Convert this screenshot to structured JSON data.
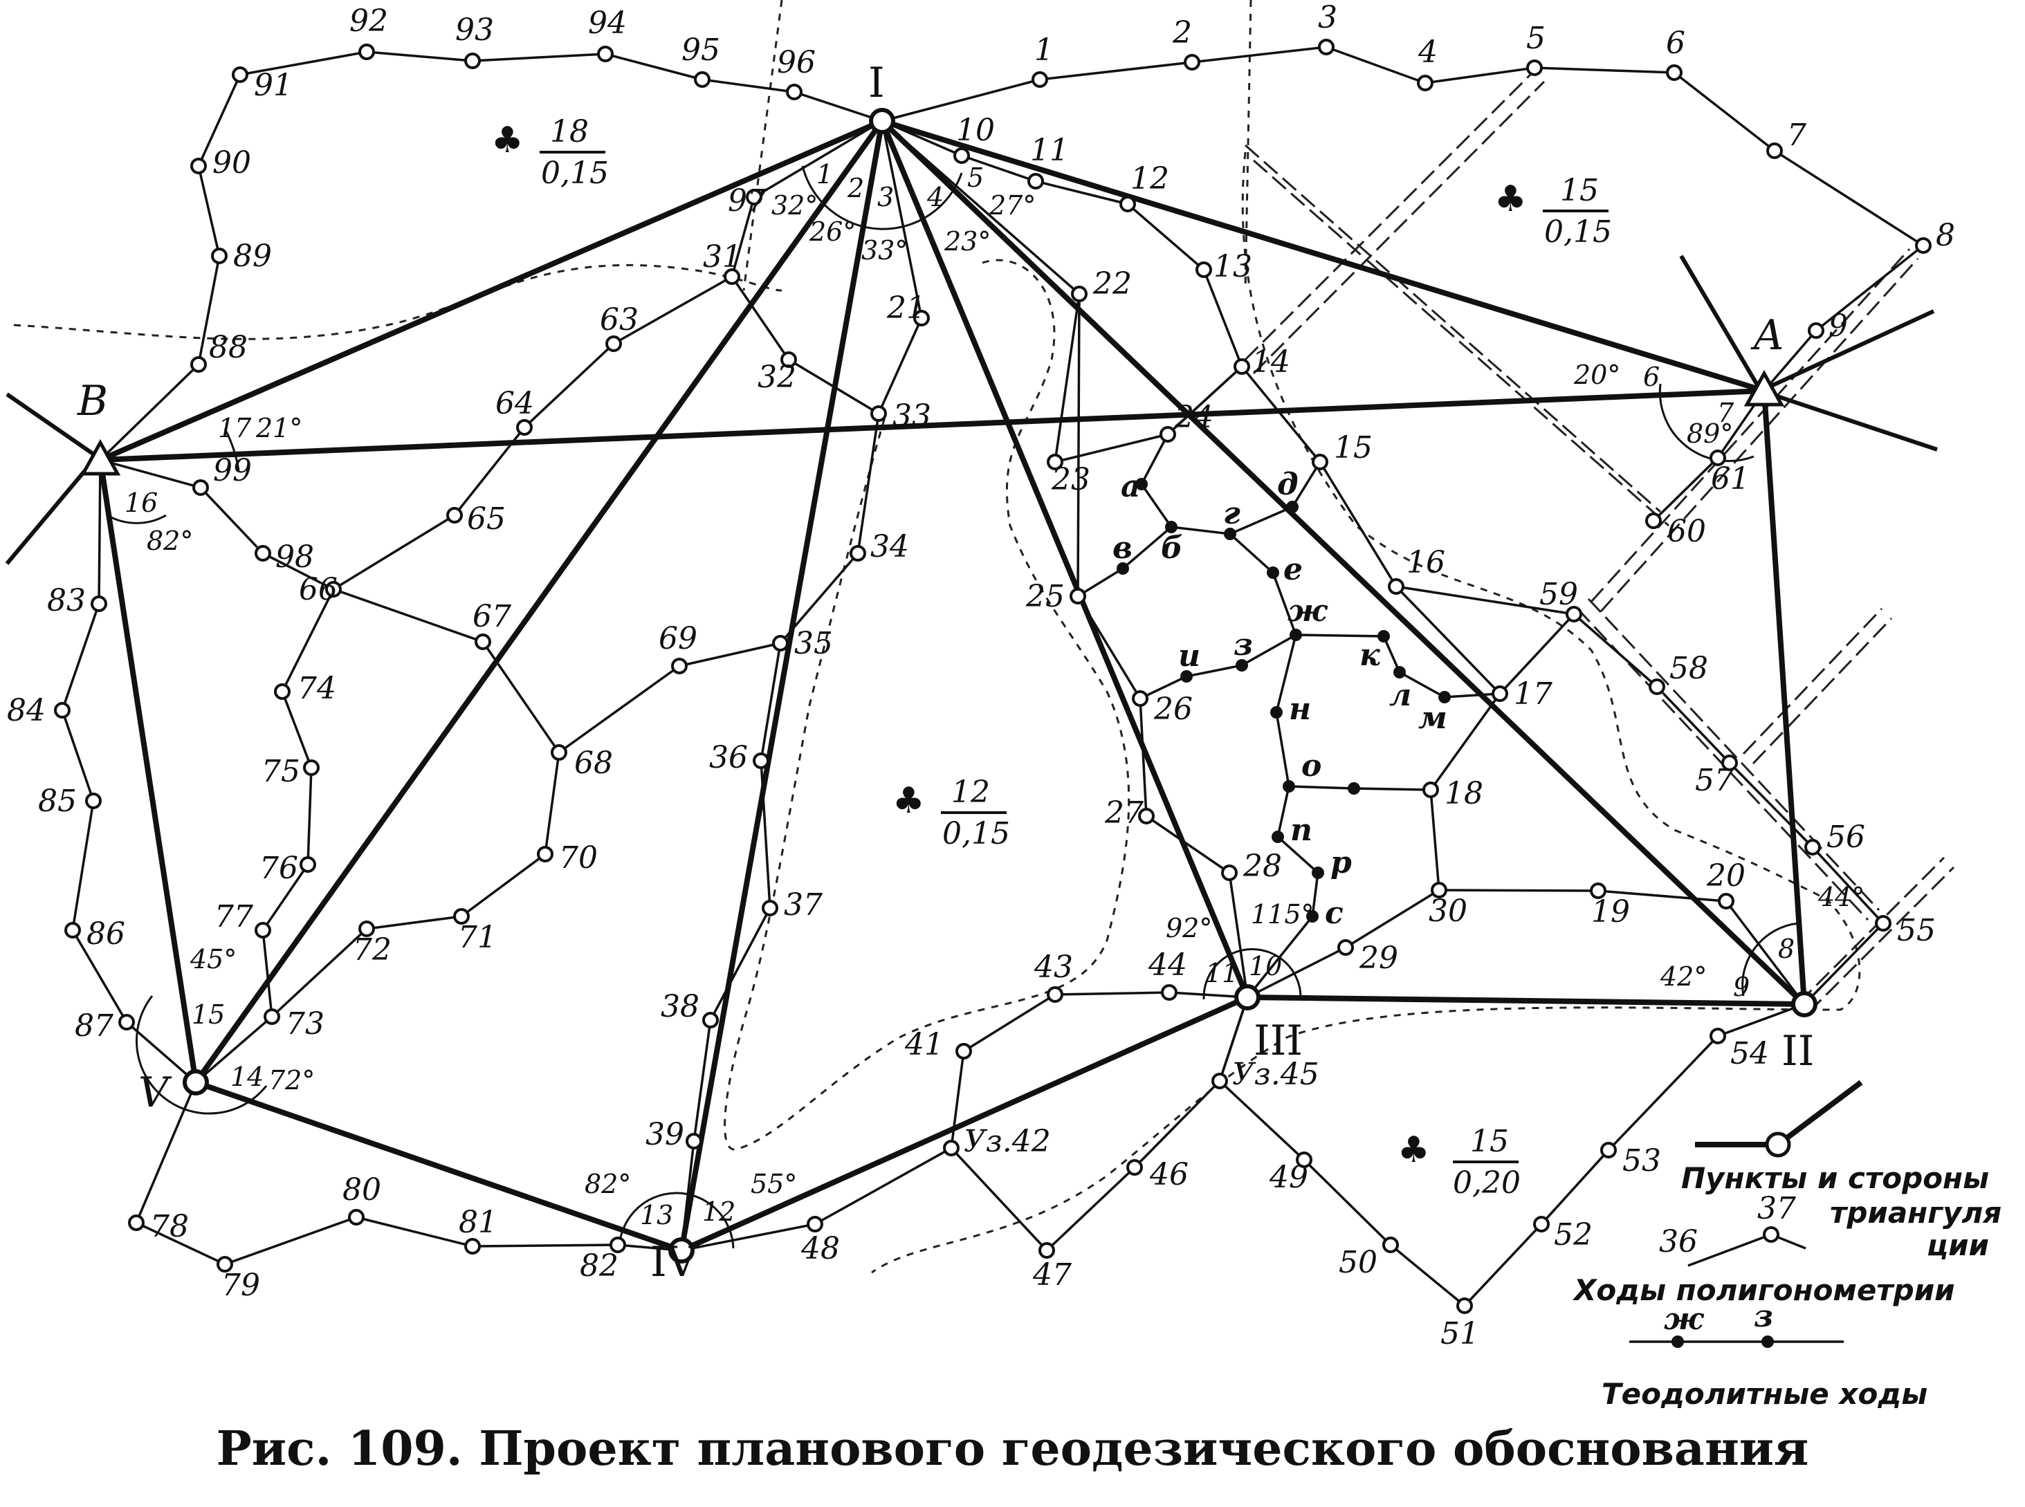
{
  "caption": "Рис. 109. Проект планового геодезического обоснования",
  "triangulation": {
    "A": "A",
    "B": "B",
    "I": "I",
    "II": "II",
    "III": "III",
    "IV": "IV",
    "V": "V"
  },
  "angles": {
    "a_I1": "32°",
    "a_I2": "26°",
    "a_I3": "33°",
    "a_I4": "23°",
    "a_I5": "27°",
    "a_A6": "20°",
    "a_A7": "89°",
    "a_II8": "44°",
    "a_II9": "42°",
    "a_III10": "115°",
    "a_III11": "92°",
    "a_IV12": "55°",
    "a_IV13": "82°",
    "a_V14": "72°",
    "a_V15": "45°",
    "a_B16": "82°",
    "a_B17": "21°"
  },
  "angle_numbers": [
    "1",
    "2",
    "3",
    "4",
    "5",
    "6",
    "7",
    "8",
    "9",
    "10",
    "11",
    "12",
    "13",
    "14",
    "15",
    "16",
    "17"
  ],
  "polygon_points": {
    "p1": "1",
    "p2": "2",
    "p3": "3",
    "p4": "4",
    "p5": "5",
    "p6": "6",
    "p7": "7",
    "p8": "8",
    "p9": "9",
    "p10": "10",
    "p11": "11",
    "p12": "12",
    "p13": "13",
    "p14": "14",
    "p15": "15",
    "p16": "16",
    "p17": "17",
    "p18": "18",
    "p19": "19",
    "p20": "20",
    "p21": "21",
    "p22": "22",
    "p23": "23",
    "p24": "24",
    "p25": "25",
    "p26": "26",
    "p27": "27",
    "p28": "28",
    "p29": "29",
    "p30": "30",
    "p31": "31",
    "p32": "32",
    "p33": "33",
    "p34": "34",
    "p35": "35",
    "p36": "36",
    "p37": "37",
    "p38": "38",
    "p39": "39",
    "p41": "41",
    "p42": "Уз.42",
    "p43": "43",
    "p44": "44",
    "p45": "Уз.45",
    "p46": "46",
    "p47": "47",
    "p48": "48",
    "p49": "49",
    "p50": "50",
    "p51": "51",
    "p52": "52",
    "p53": "53",
    "p54": "54",
    "p55": "55",
    "p56": "56",
    "p57": "57",
    "p58": "58",
    "p59": "59",
    "p60": "60",
    "p61": "61",
    "p63": "63",
    "p64": "64",
    "p65": "65",
    "p66": "66",
    "p67": "67",
    "p68": "68",
    "p69": "69",
    "p70": "70",
    "p71": "71",
    "p72": "72",
    "p73": "73",
    "p74": "74",
    "p75": "75",
    "p76": "76",
    "p77": "77",
    "p78": "78",
    "p79": "79",
    "p80": "80",
    "p81": "81",
    "p82": "82",
    "p83": "83",
    "p84": "84",
    "p85": "85",
    "p86": "86",
    "p87": "87",
    "p88": "88",
    "p89": "89",
    "p90": "90",
    "p91": "91",
    "p92": "92",
    "p93": "93",
    "p94": "94",
    "p95": "95",
    "p96": "96",
    "p97": "97",
    "p98": "98",
    "p99": "99"
  },
  "theodolite_points": {
    "ta": "а",
    "tb": "б",
    "tv": "в",
    "tg": "г",
    "td": "д",
    "te": "е",
    "tzh": "ж",
    "tz": "з",
    "ti": "и",
    "tk": "к",
    "tl": "л",
    "tm": "м",
    "tn": "н",
    "to": "о",
    "tp": "п",
    "tr": "р",
    "ts": "с"
  },
  "forest_areas": [
    {
      "num": "18",
      "den": "0,15"
    },
    {
      "num": "15",
      "den": "0,15"
    },
    {
      "num": "12",
      "den": "0,15"
    },
    {
      "num": "15",
      "den": "0,20"
    }
  ],
  "legend": {
    "triangulation_label_1": "Пункты и стороны",
    "triangulation_label_2": "триангуля",
    "triangulation_label_3": "ции",
    "poly_n1": "36",
    "poly_n2": "37",
    "polygonometry_label": "Ходы полигонометрии",
    "theo_n1": "ж",
    "theo_n2": "з",
    "theodolite_label": "Теодолитные ходы"
  }
}
